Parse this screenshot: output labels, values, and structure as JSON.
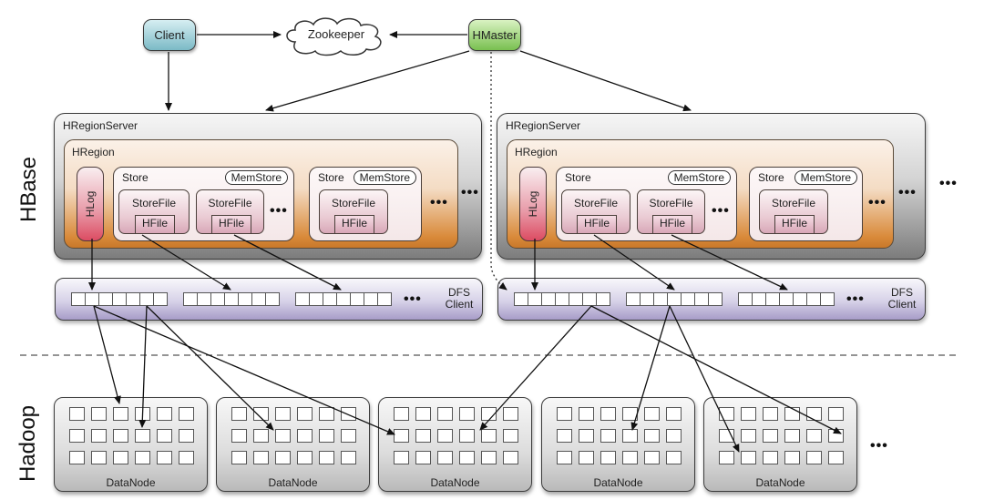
{
  "top": {
    "client": "Client",
    "zookeeper": "Zookeeper",
    "hmaster": "HMaster"
  },
  "layers": {
    "hbase": "HBase",
    "hadoop": "Hadoop"
  },
  "region_servers": [
    {
      "title": "HRegionServer",
      "region_title": "HRegion",
      "hlog": "HLog",
      "stores": [
        {
          "title": "Store",
          "memstore": "MemStore",
          "storefiles": [
            {
              "label": "StoreFile",
              "hfile": "HFile"
            },
            {
              "label": "StoreFile",
              "hfile": "HFile"
            }
          ],
          "more": "•••"
        },
        {
          "title": "Store",
          "memstore": "MemStore",
          "storefiles": [
            {
              "label": "StoreFile",
              "hfile": "HFile"
            }
          ]
        }
      ],
      "more_stores": "•••",
      "more_regions": "•••",
      "dfs_client": "DFS Client",
      "dfs_more": "•••"
    },
    {
      "title": "HRegionServer",
      "region_title": "HRegion",
      "hlog": "HLog",
      "stores": [
        {
          "title": "Store",
          "memstore": "MemStore",
          "storefiles": [
            {
              "label": "StoreFile",
              "hfile": "HFile"
            },
            {
              "label": "StoreFile",
              "hfile": "HFile"
            }
          ],
          "more": "•••"
        },
        {
          "title": "Store",
          "memstore": "MemStore",
          "storefiles": [
            {
              "label": "StoreFile",
              "hfile": "HFile"
            }
          ]
        }
      ],
      "more_stores": "•••",
      "more_regions": "•••",
      "dfs_client": "DFS Client",
      "dfs_more": "•••"
    }
  ],
  "more_servers": "•••",
  "datanodes": [
    "DataNode",
    "DataNode",
    "DataNode",
    "DataNode",
    "DataNode"
  ],
  "more_datanodes": "•••",
  "colors": {
    "client": "#7bbac6",
    "hmaster": "#79c050",
    "hregion": "#d98a3a",
    "hlog": "#dc4c62",
    "dfs_client": "#a79cc8",
    "server": "#7c7c7c"
  }
}
